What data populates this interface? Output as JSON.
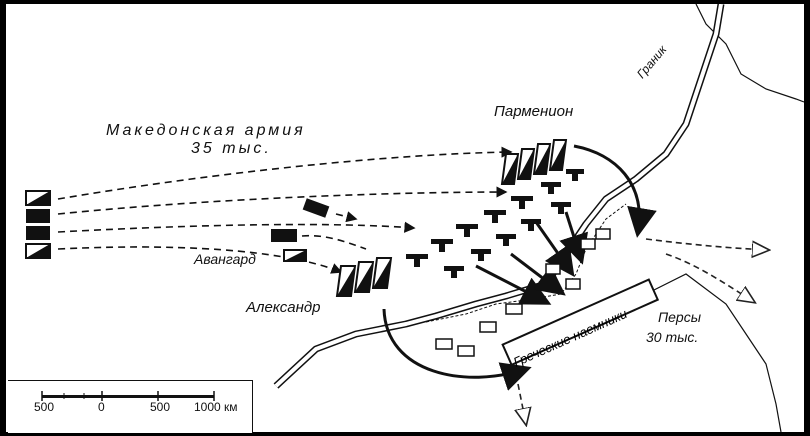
{
  "labels": {
    "army_line1": "Македонская армия",
    "army_line2": "35 тыс.",
    "parmenion": "Парменион",
    "vanguard": "Авангард",
    "alexander": "Александр",
    "persians_line1": "Персы",
    "persians_line2": "30 тыс.",
    "river": "Граник",
    "greek_mercenaries": "Греческие наемники"
  },
  "scale_bar": {
    "ticks": [
      "500",
      "0",
      "500",
      "1000 км"
    ]
  },
  "colors": {
    "ink": "#111111",
    "paper": "#ffffff"
  }
}
